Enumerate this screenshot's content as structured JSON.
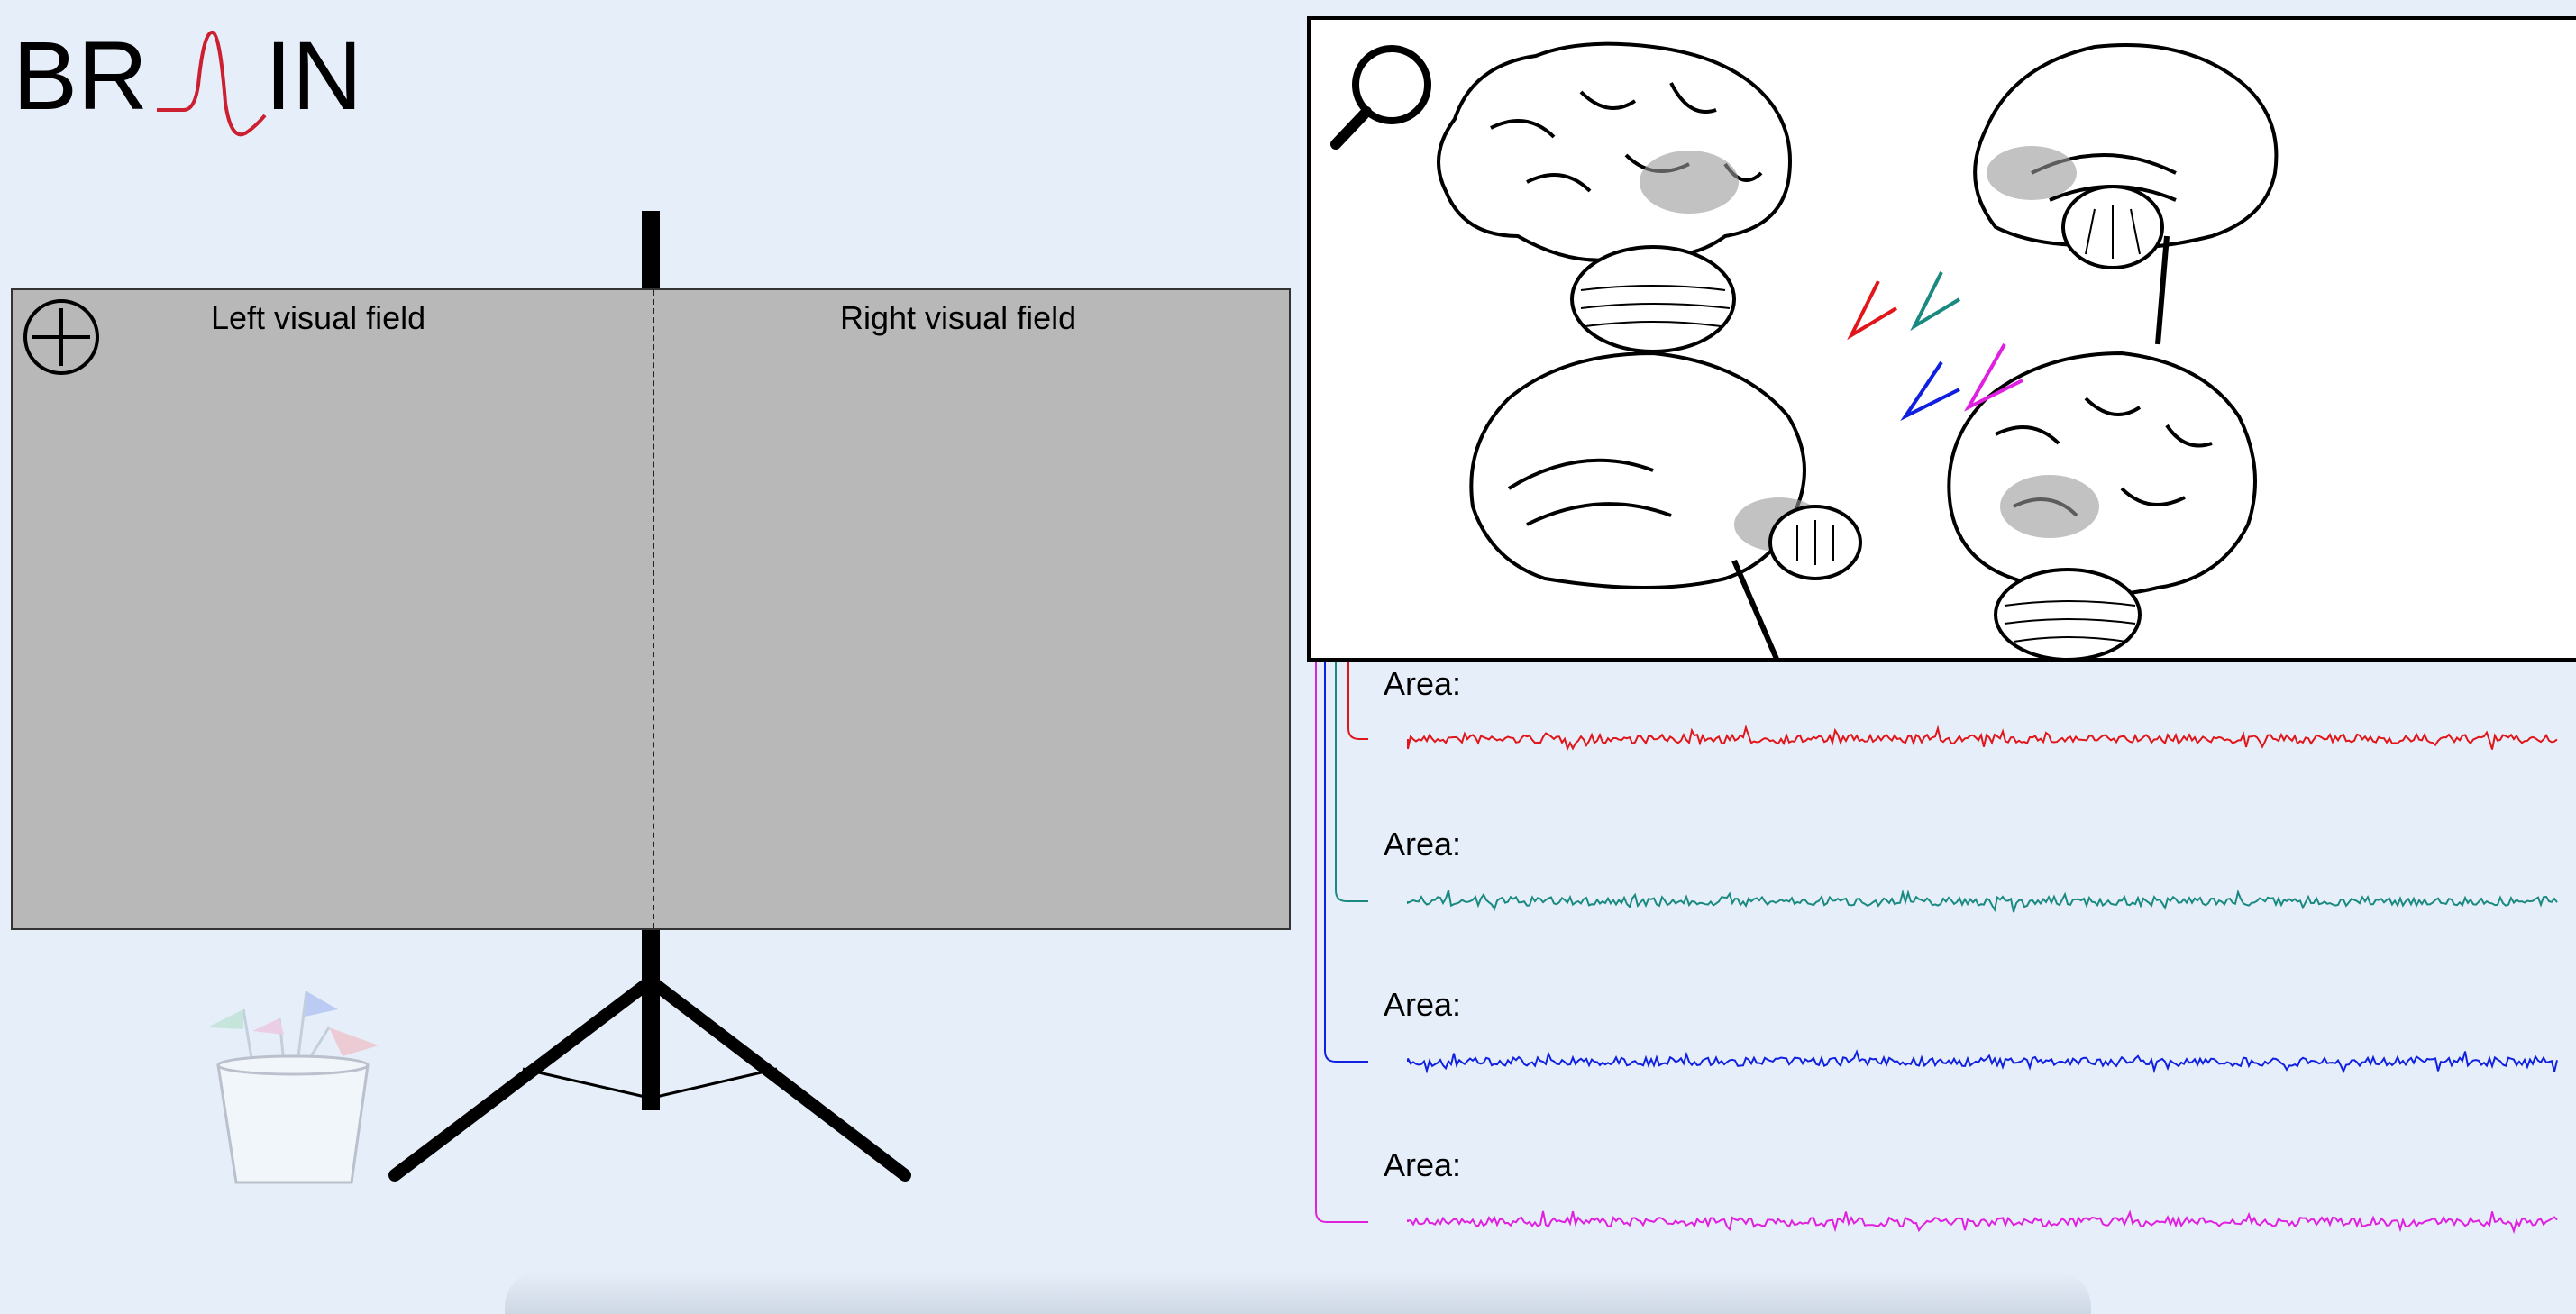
{
  "app": {
    "logo_left": "BR",
    "logo_right": "IN",
    "logo_spike_color": "#cc1f2f"
  },
  "visual_field": {
    "left_label": "Left visual field",
    "right_label": "Right visual field",
    "screen_color": "#b8b8b8",
    "add_icon": "circle-plus-icon"
  },
  "brain_panel": {
    "zoom_icon": "magnifier-icon",
    "pointer_colors": [
      "#e0161b",
      "#1a8a80",
      "#1020e0",
      "#e020e0"
    ]
  },
  "channels": [
    {
      "label": "Area:",
      "color": "#e0161b"
    },
    {
      "label": "Area:",
      "color": "#1a8a80"
    },
    {
      "label": "Area:",
      "color": "#1020e0"
    },
    {
      "label": "Area:",
      "color": "#e020e0"
    }
  ],
  "colors": {
    "background": "#e6eff9"
  }
}
